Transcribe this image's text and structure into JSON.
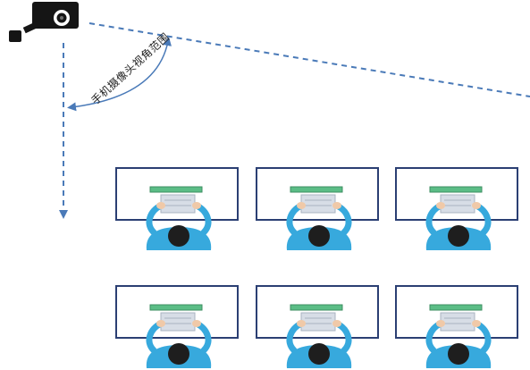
{
  "diagram": {
    "fov_label": "手机摄像头视角范围",
    "colors": {
      "dashed_line": "#4a7ab8",
      "camera_body": "#151515",
      "camera_lens": "#ffffff",
      "desk_border": "#2b3f73",
      "monitor": "#5bbd86",
      "keyboard": "#d7dde6",
      "person_body": "#37a9dd",
      "person_head": "#1e1e1e"
    },
    "icons": {
      "camera": "surveillance-camera-icon",
      "person": "person-at-desk-icon"
    },
    "workstations": {
      "rows": 2,
      "columns": 3
    }
  }
}
